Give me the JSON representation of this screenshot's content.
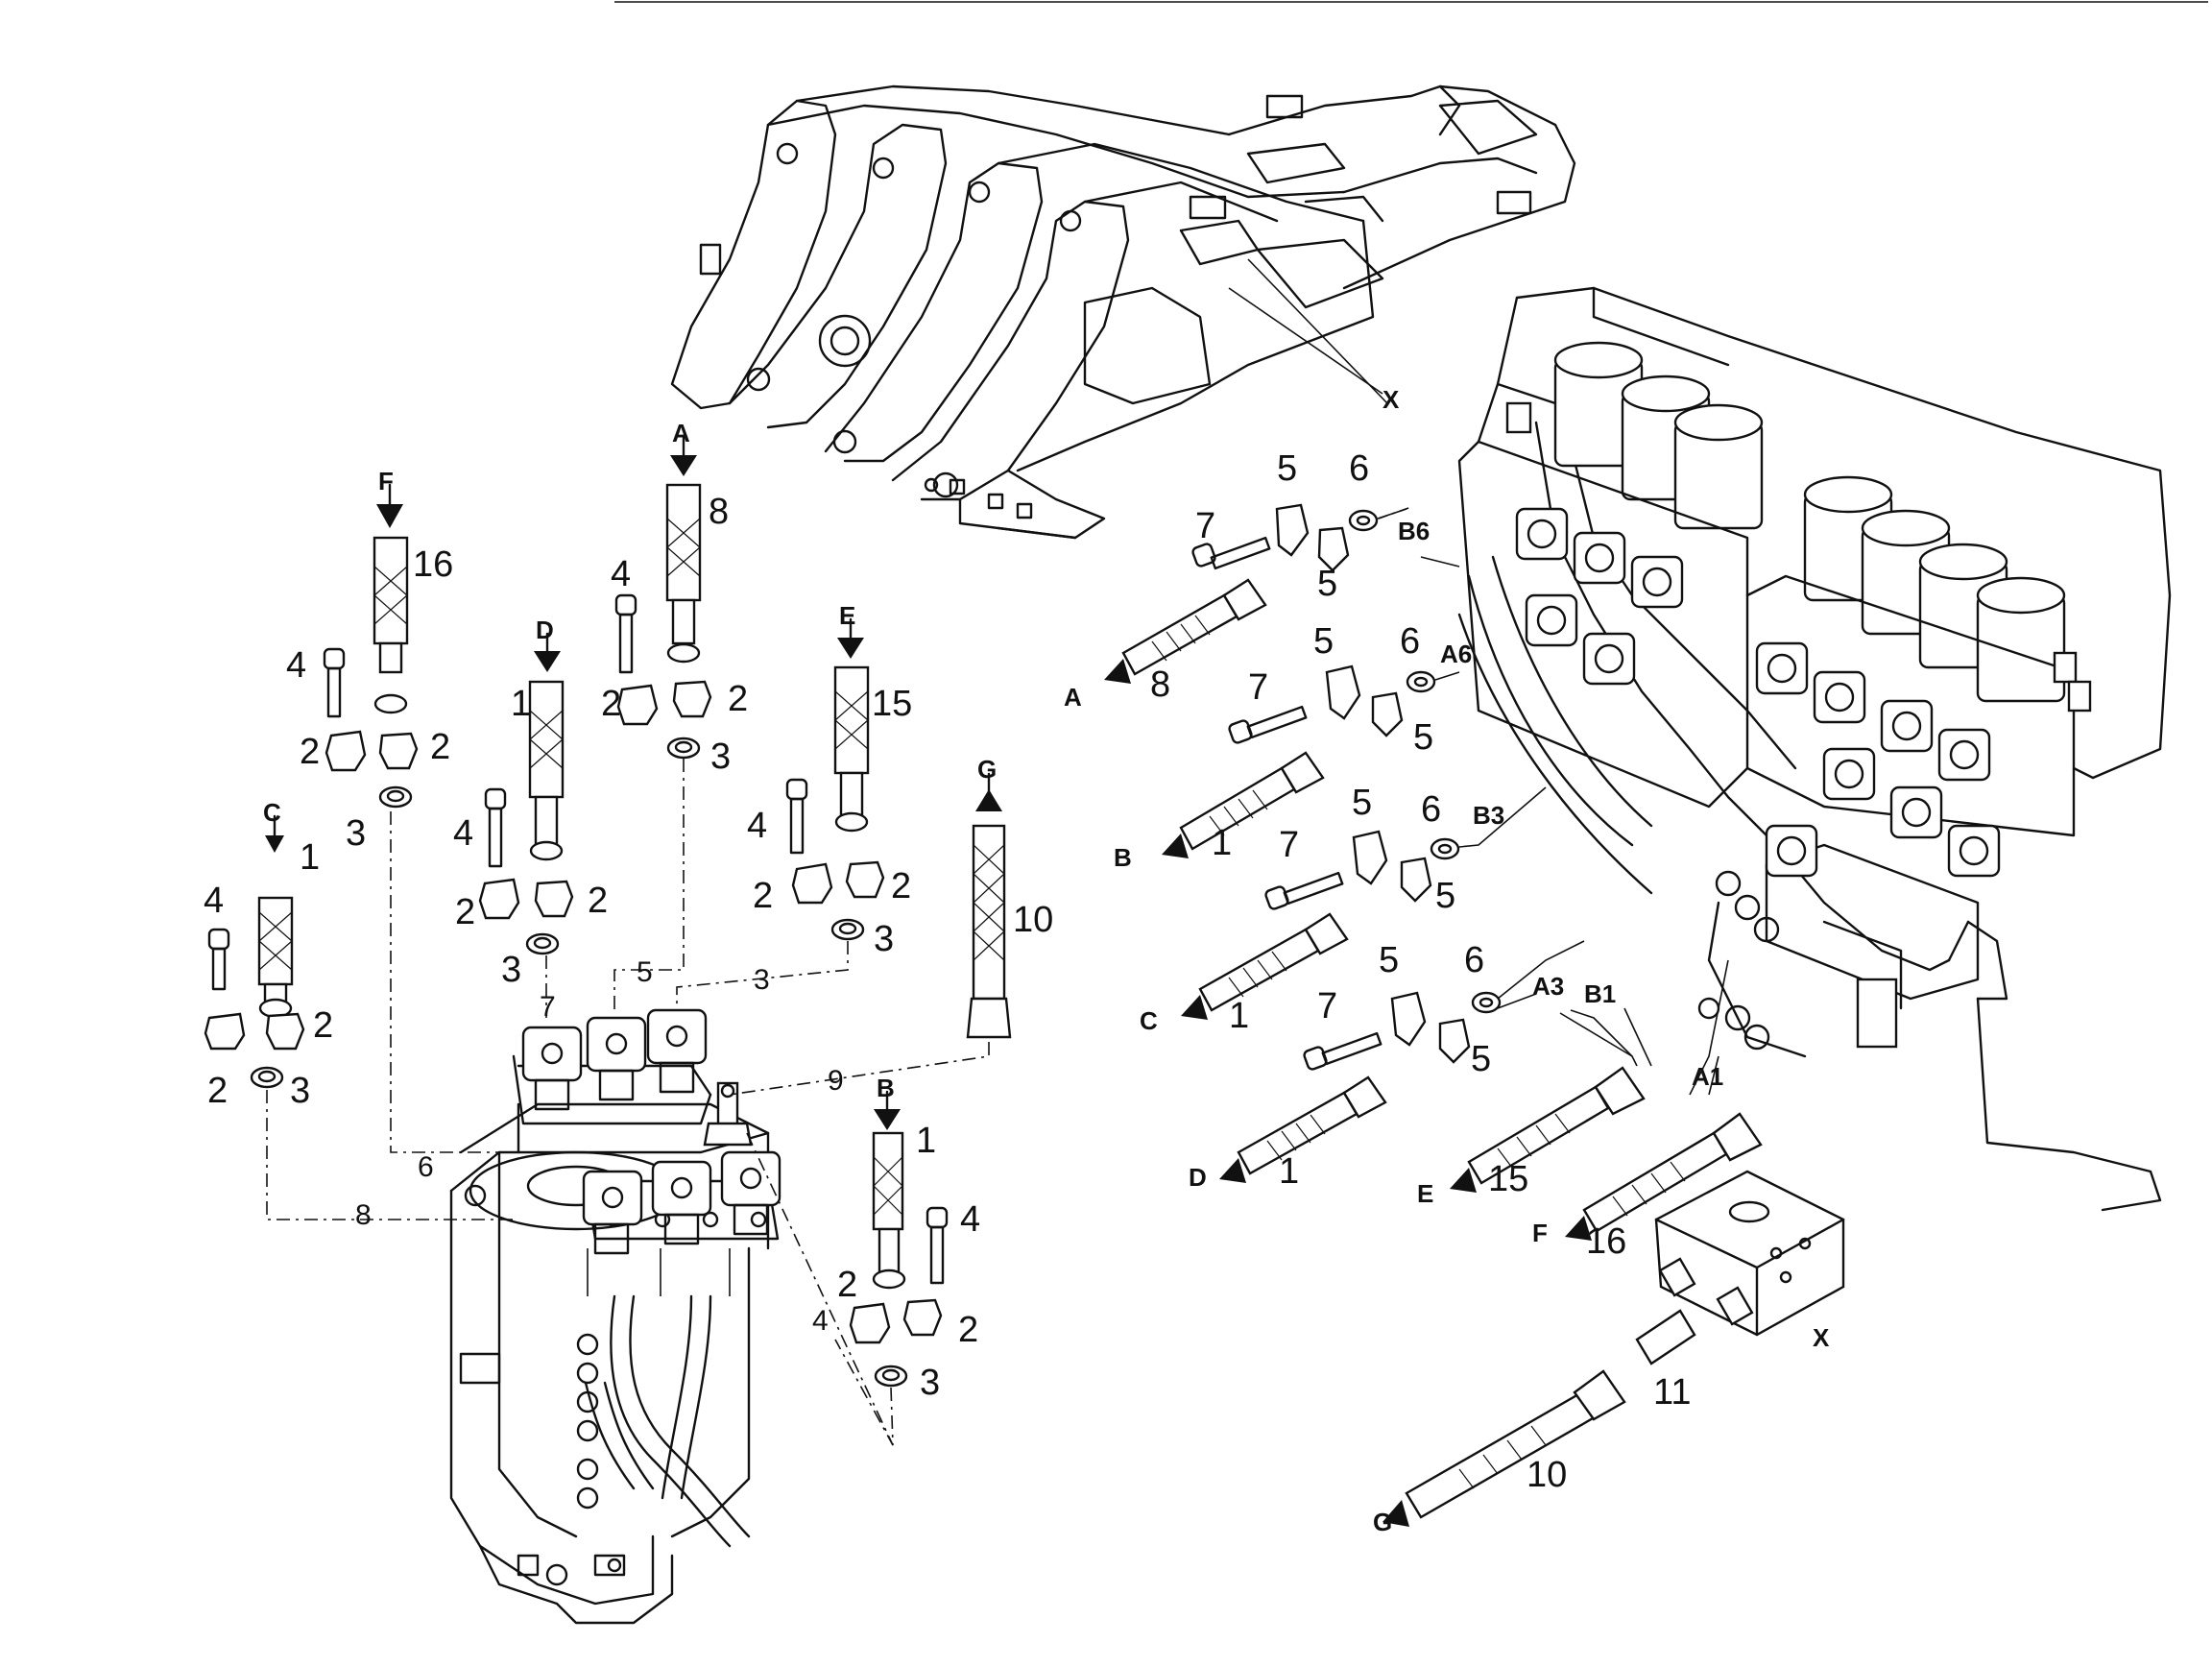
{
  "labels": {
    "F": "F",
    "A": "A",
    "D": "D",
    "E": "E",
    "C": "C",
    "G": "G",
    "B": "B",
    "X": "X",
    "n1": "1",
    "n2": "2",
    "n3": "3",
    "n4": "4",
    "n5": "5",
    "n6": "6",
    "n7": "7",
    "n8": "8",
    "n9": "9",
    "n10": "10",
    "n11": "11",
    "n15": "15",
    "n16": "16",
    "B6": "B6",
    "A6": "A6",
    "B3": "B3",
    "A3": "A3",
    "B1": "B1",
    "A1": "A1"
  }
}
